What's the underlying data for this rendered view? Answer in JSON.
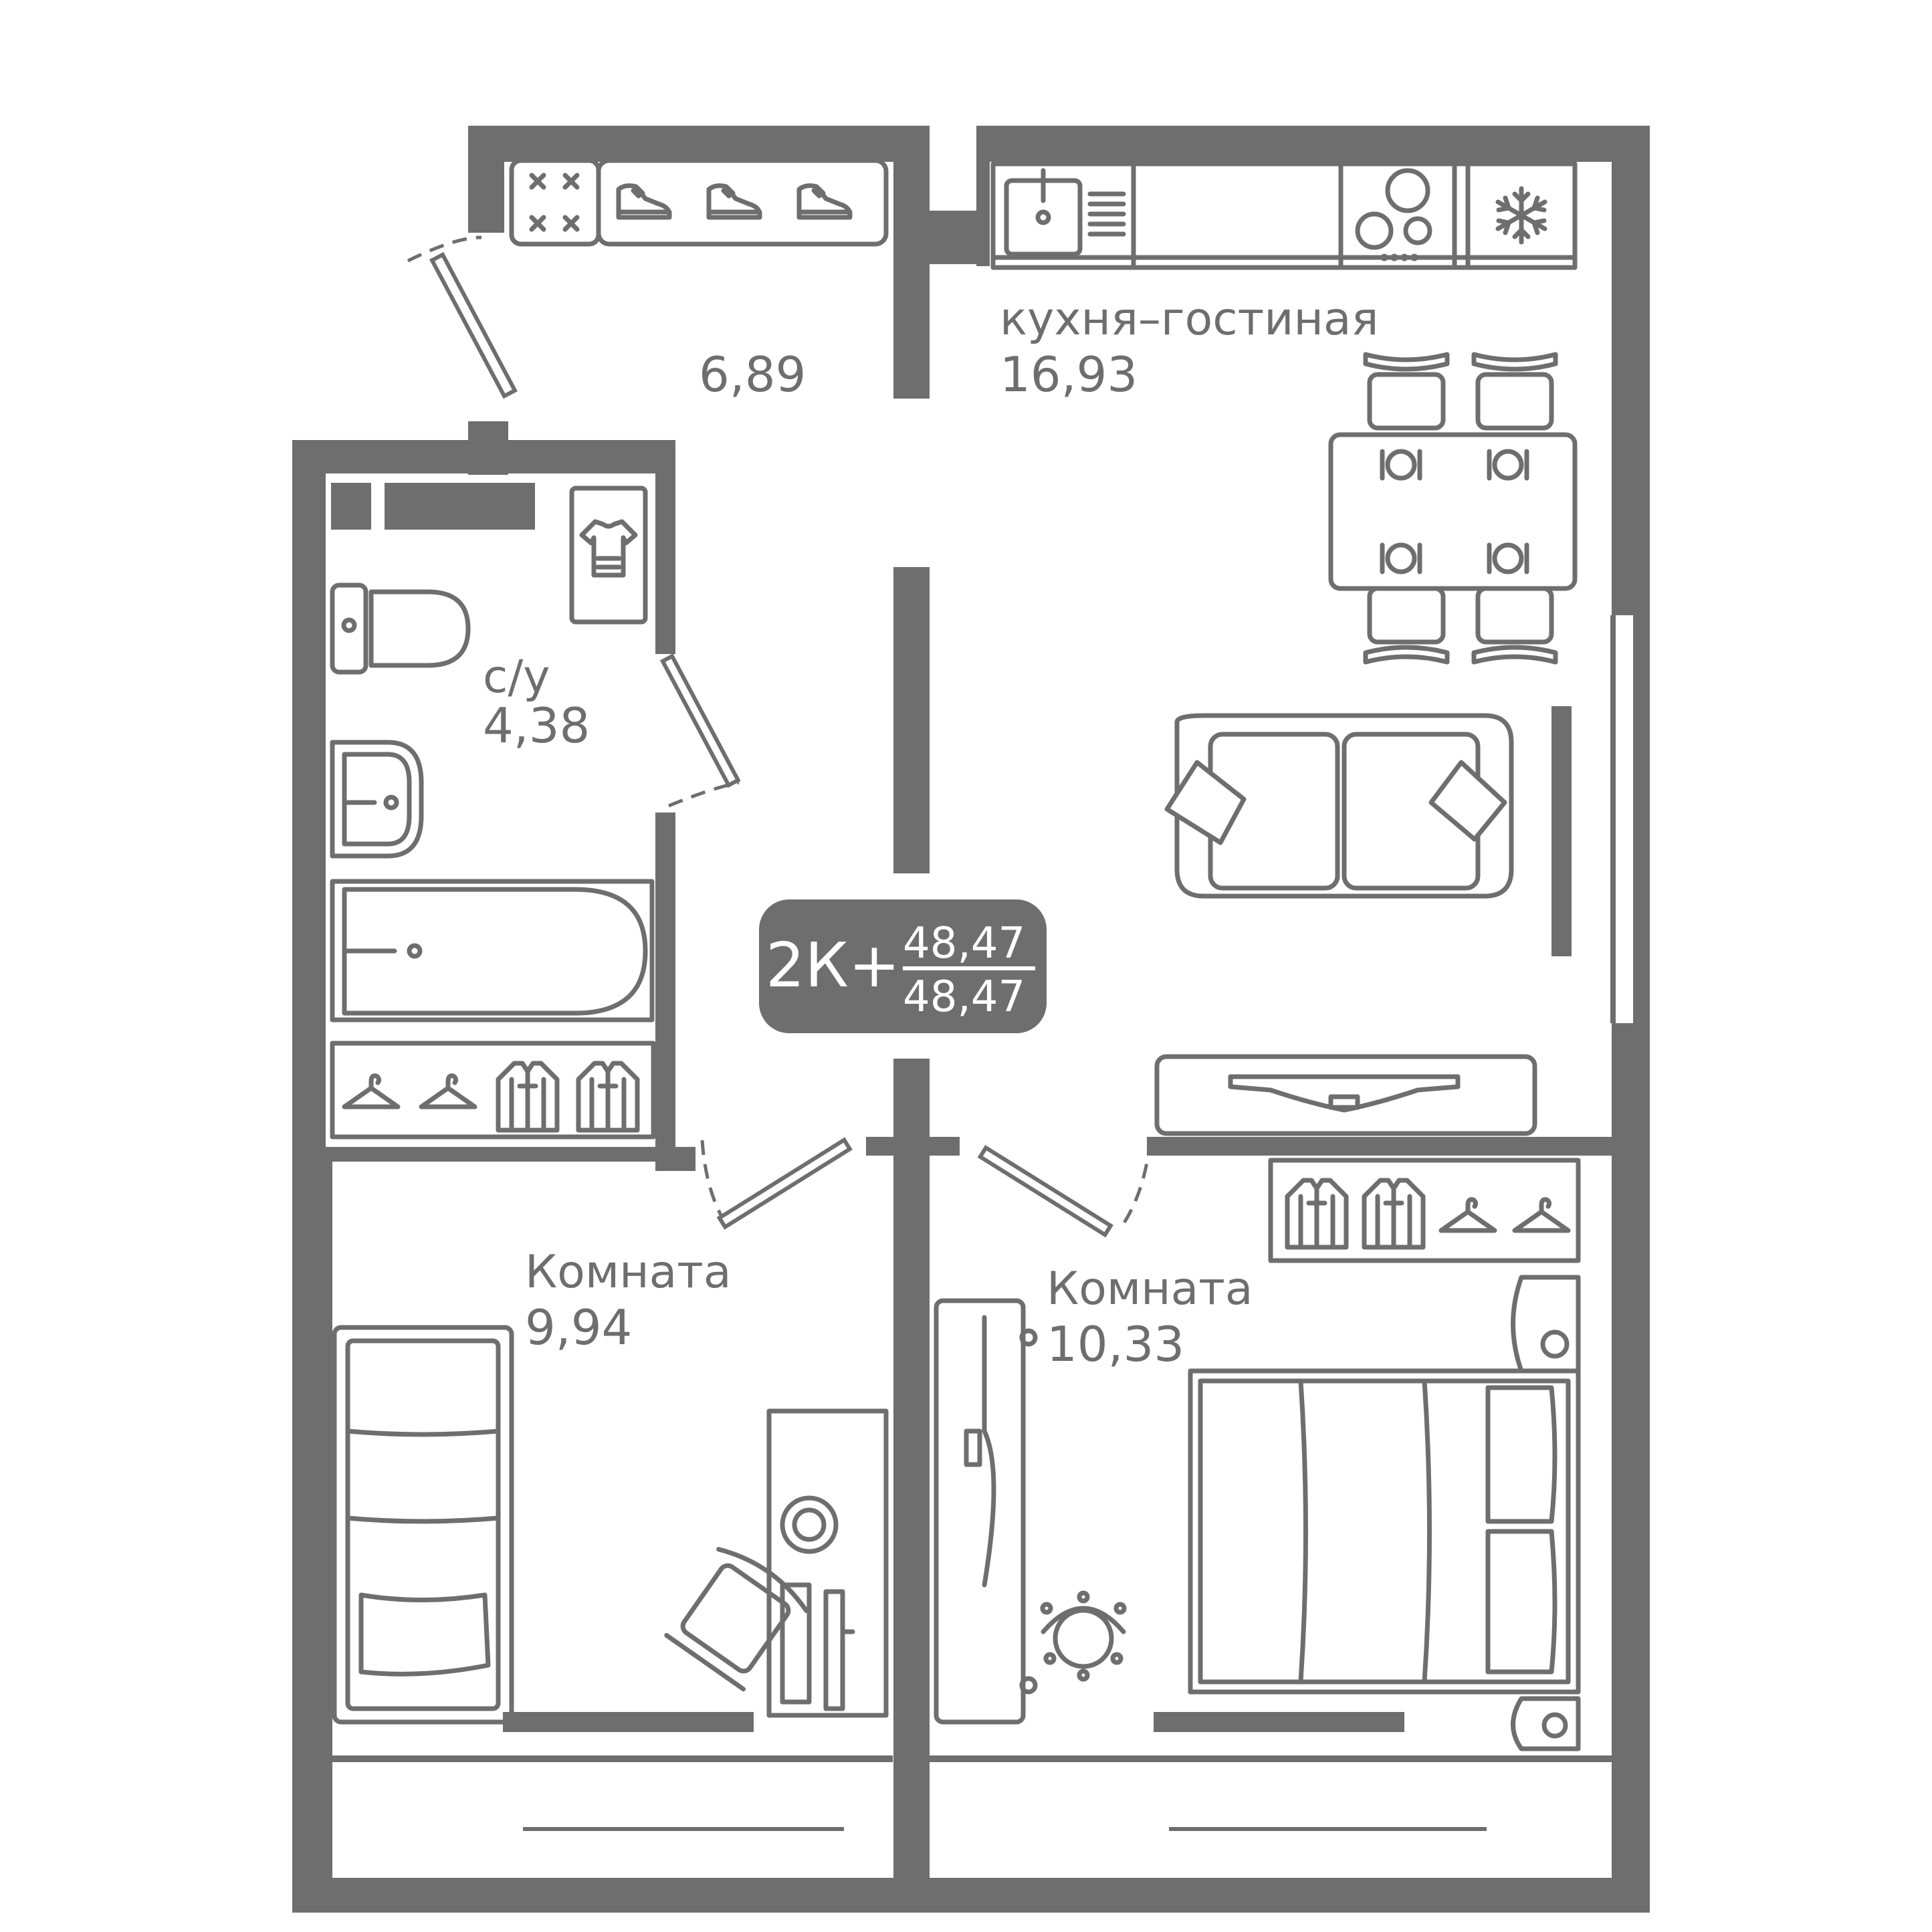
{
  "colors": {
    "wall": "#6e6e6e",
    "background": "#ffffff",
    "badge_text": "#ffffff"
  },
  "rooms": {
    "hall": {
      "area": "6,89"
    },
    "kitchen": {
      "name": "кухня–гостиная",
      "area": "16,93"
    },
    "bathroom": {
      "name": "с/у",
      "area": "4,38"
    },
    "room_left": {
      "name": "Комната",
      "area": "9,94"
    },
    "room_right": {
      "name": "Комната",
      "area": "10,33"
    }
  },
  "badge": {
    "type": "2К+",
    "total_area": "48,47",
    "living_area": "48,47"
  },
  "icons": [
    "shoe-icon",
    "snowflake-icon",
    "hanger-icon",
    "shirt-icon",
    "tshirt-icon",
    "sink-icon",
    "stove-icon",
    "toilet-icon",
    "bathtub-icon",
    "sofa-icon",
    "bed-icon",
    "desk-icon",
    "chair-icon",
    "wardrobe-icon",
    "radiator-icon"
  ]
}
